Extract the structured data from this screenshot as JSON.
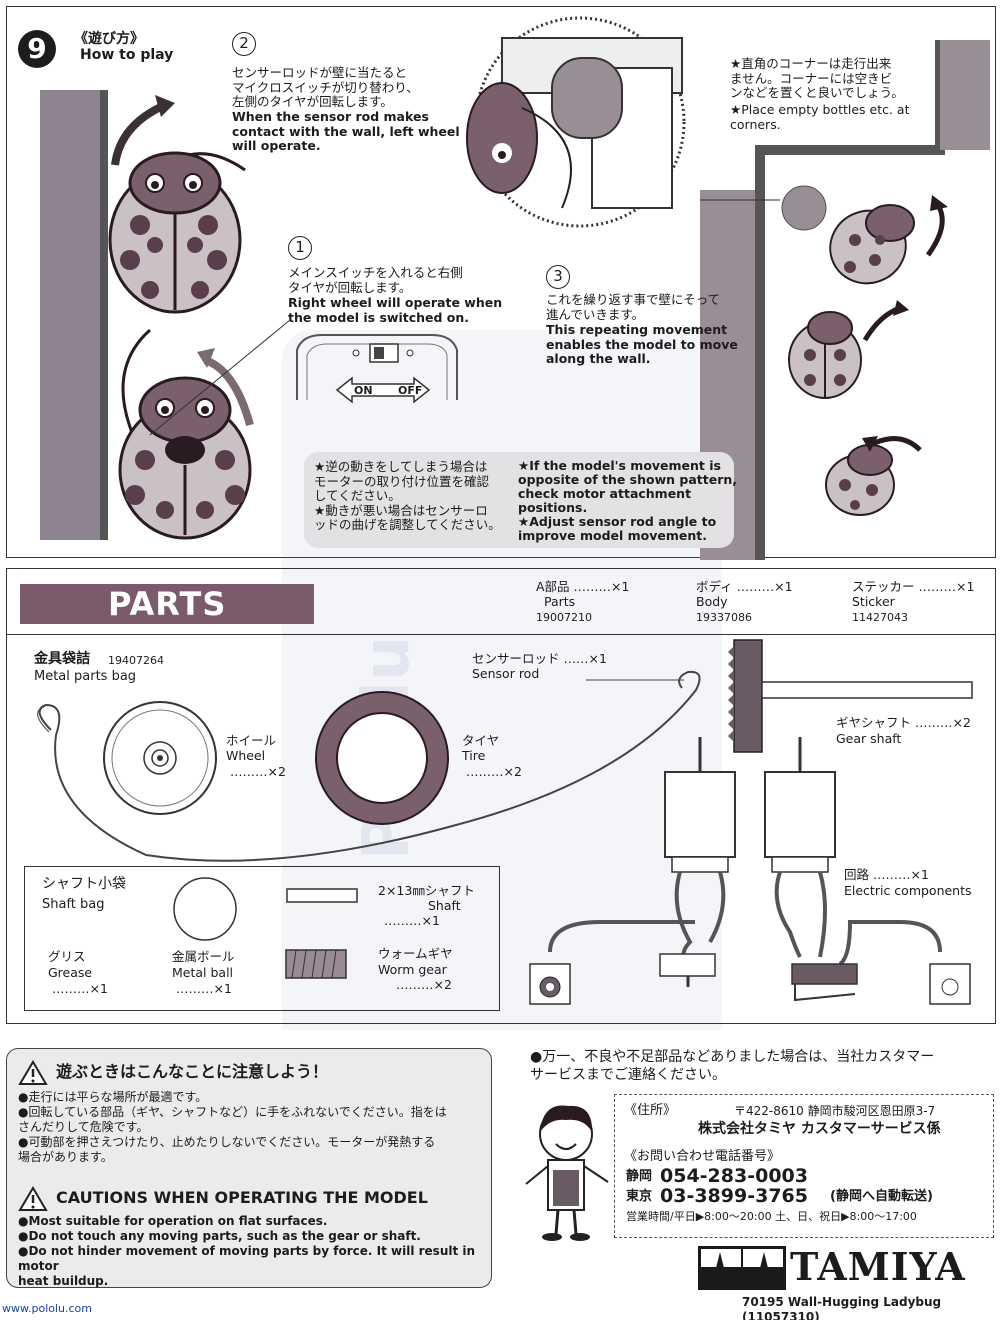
{
  "how_to_play": {
    "step_number": "9",
    "title_jp": "《遊び方》",
    "title_en": "How to play",
    "step2": {
      "num": "2",
      "jp": "センサーロッドが壁に当たると\nマイクロスイッチが切り替わり、\n左側のタイヤが回転します。",
      "en": "When the sensor rod makes\ncontact with the wall, left wheel\nwill operate."
    },
    "step1": {
      "num": "1",
      "jp": "メインスイッチを入れると右側\nタイヤが回転します。",
      "en": "Right wheel will operate when\nthe model is switched on."
    },
    "step3": {
      "num": "3",
      "jp": "これを繰り返す事で壁にそって\n進んでいきます。",
      "en": "This repeating movement\nenables the model to move\nalong the wall."
    },
    "switch": {
      "on": "ON",
      "off": "OFF"
    },
    "corner_note": {
      "jp": "★直角のコーナーは走行出来\nません。コーナーには空きビ\nンなどを置くと良いでしょう。",
      "en": "★Place empty bottles etc. at\ncorners."
    },
    "reverse_note": {
      "jp": "★逆の動きをしてしまう場合は\nモーターの取り付け位置を確認\nしてください。\n★動きが悪い場合はセンサーロ\nッドの曲げを調整してください。",
      "en": "★If the model's movement is\nopposite of the shown pattern,\ncheck motor attachment\npositions.\n★Adjust sensor rod angle to\nimprove model movement."
    }
  },
  "parts": {
    "heading": "PARTS",
    "a_parts": {
      "jp": "A部品 ………×1",
      "en": "Parts",
      "code": "19007210"
    },
    "body": {
      "jp": "ボディ ………×1",
      "en": "Body",
      "code": "19337086"
    },
    "sticker": {
      "jp": "ステッカー ………×1",
      "en": "Sticker",
      "code": "11427043"
    },
    "metal_bag": {
      "jp": "金具袋詰",
      "code": "19407264",
      "en": "Metal parts bag"
    },
    "wheel": {
      "jp": "ホイール",
      "en": "Wheel",
      "qty": "………×2"
    },
    "tire": {
      "jp": "タイヤ",
      "en": "Tire",
      "qty": "………×2"
    },
    "sensor_rod": {
      "jp": "センサーロッド ……×1",
      "en": "Sensor rod"
    },
    "gear_shaft": {
      "jp": "ギヤシャフト ………×2",
      "en": "Gear shaft"
    },
    "electric": {
      "jp": "回路 ………×1",
      "en": "Electric components"
    },
    "shaft_bag": {
      "jp": "シャフト小袋",
      "en": "Shaft bag"
    },
    "grease": {
      "jp": "グリス",
      "en": "Grease",
      "qty": "………×1"
    },
    "metal_ball": {
      "jp": "金属ボール",
      "en": "Metal ball",
      "qty": "………×1"
    },
    "shaft": {
      "jp": "2×13㎜シャフト",
      "en": "Shaft",
      "qty": "………×1"
    },
    "worm_gear": {
      "jp": "ウォームギヤ",
      "en": "Worm gear",
      "qty": "………×2"
    }
  },
  "cautions": {
    "jp_title": "遊ぶときはこんなことに注意しよう！",
    "jp_items": [
      "●走行には平らな場所が最適です。",
      "●回転している部品（ギヤ、シャフトなど）に手をふれないでください。指をは\nさんだりして危険です。",
      "●可動部を押さえつけたり、止めたりしないでください。モーターが発熱する\n場合があります。"
    ],
    "en_title": "CAUTIONS WHEN OPERATING THE MODEL",
    "en_items": [
      "●Most suitable for operation on flat surfaces.",
      "●Do not touch any moving parts, such as the gear or shaft.",
      "●Do not hinder movement of moving parts by force. It will result in motor\nheat buildup."
    ]
  },
  "service": {
    "intro": "●万一、不良や不足部品などありました場合は、当社カスタマー\nサービスまでご連絡ください。",
    "address_label": "《住所》",
    "address": "〒422-8610 静岡市駿河区恩田原3-7",
    "company": "株式会社タミヤ カスタマーサービス係",
    "phone_label": "《お問い合わせ電話番号》",
    "shizuoka_label": "静岡",
    "shizuoka_num": "054-283-0003",
    "tokyo_label": "東京",
    "tokyo_num": "03-3899-3765",
    "tokyo_note": "(静岡へ自動転送)",
    "hours": "営業時間/平日▶8:00〜20:00 土、日、祝日▶8:00〜17:00"
  },
  "footer": {
    "brand": "TAMIYA",
    "product": "70195 Wall-Hugging Ladybug (11057310)",
    "url": "www.pololu.com",
    "watermark": "Pololu"
  },
  "colors": {
    "ladybug": "#7a5f6d",
    "heading_bar": "#7a5a6b",
    "spots": "#2a1a22",
    "shell": "#c9c1c4"
  }
}
